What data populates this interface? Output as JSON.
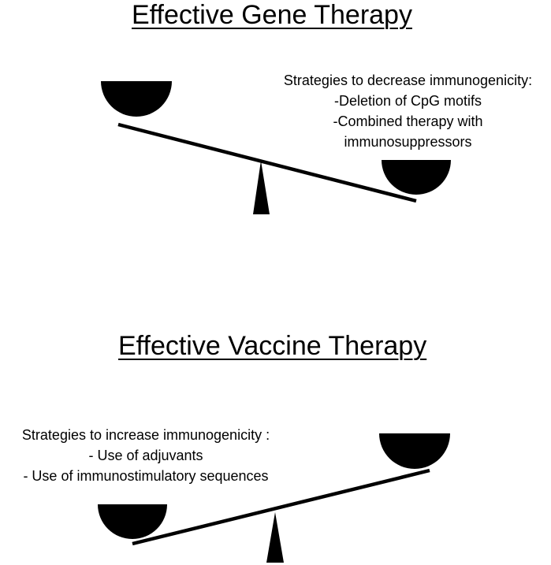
{
  "gene_panel": {
    "title": "Effective Gene Therapy",
    "strategies_heading": "Strategies to decrease immunogenicity:",
    "strategies": [
      "-Deletion of CpG motifs",
      "-Combined therapy with",
      "immunosuppressors"
    ]
  },
  "vaccine_panel": {
    "title": "Effective Vaccine Therapy",
    "strategies_heading": "Strategies to increase immunogenicity :",
    "strategies": [
      "- Use of adjuvants",
      "- Use of immunostimulatory sequences"
    ]
  },
  "icons": [
    "balance-scale-icon",
    "balance-scale-icon"
  ],
  "colors": {
    "ink": "#000000",
    "background": "#ffffff"
  }
}
